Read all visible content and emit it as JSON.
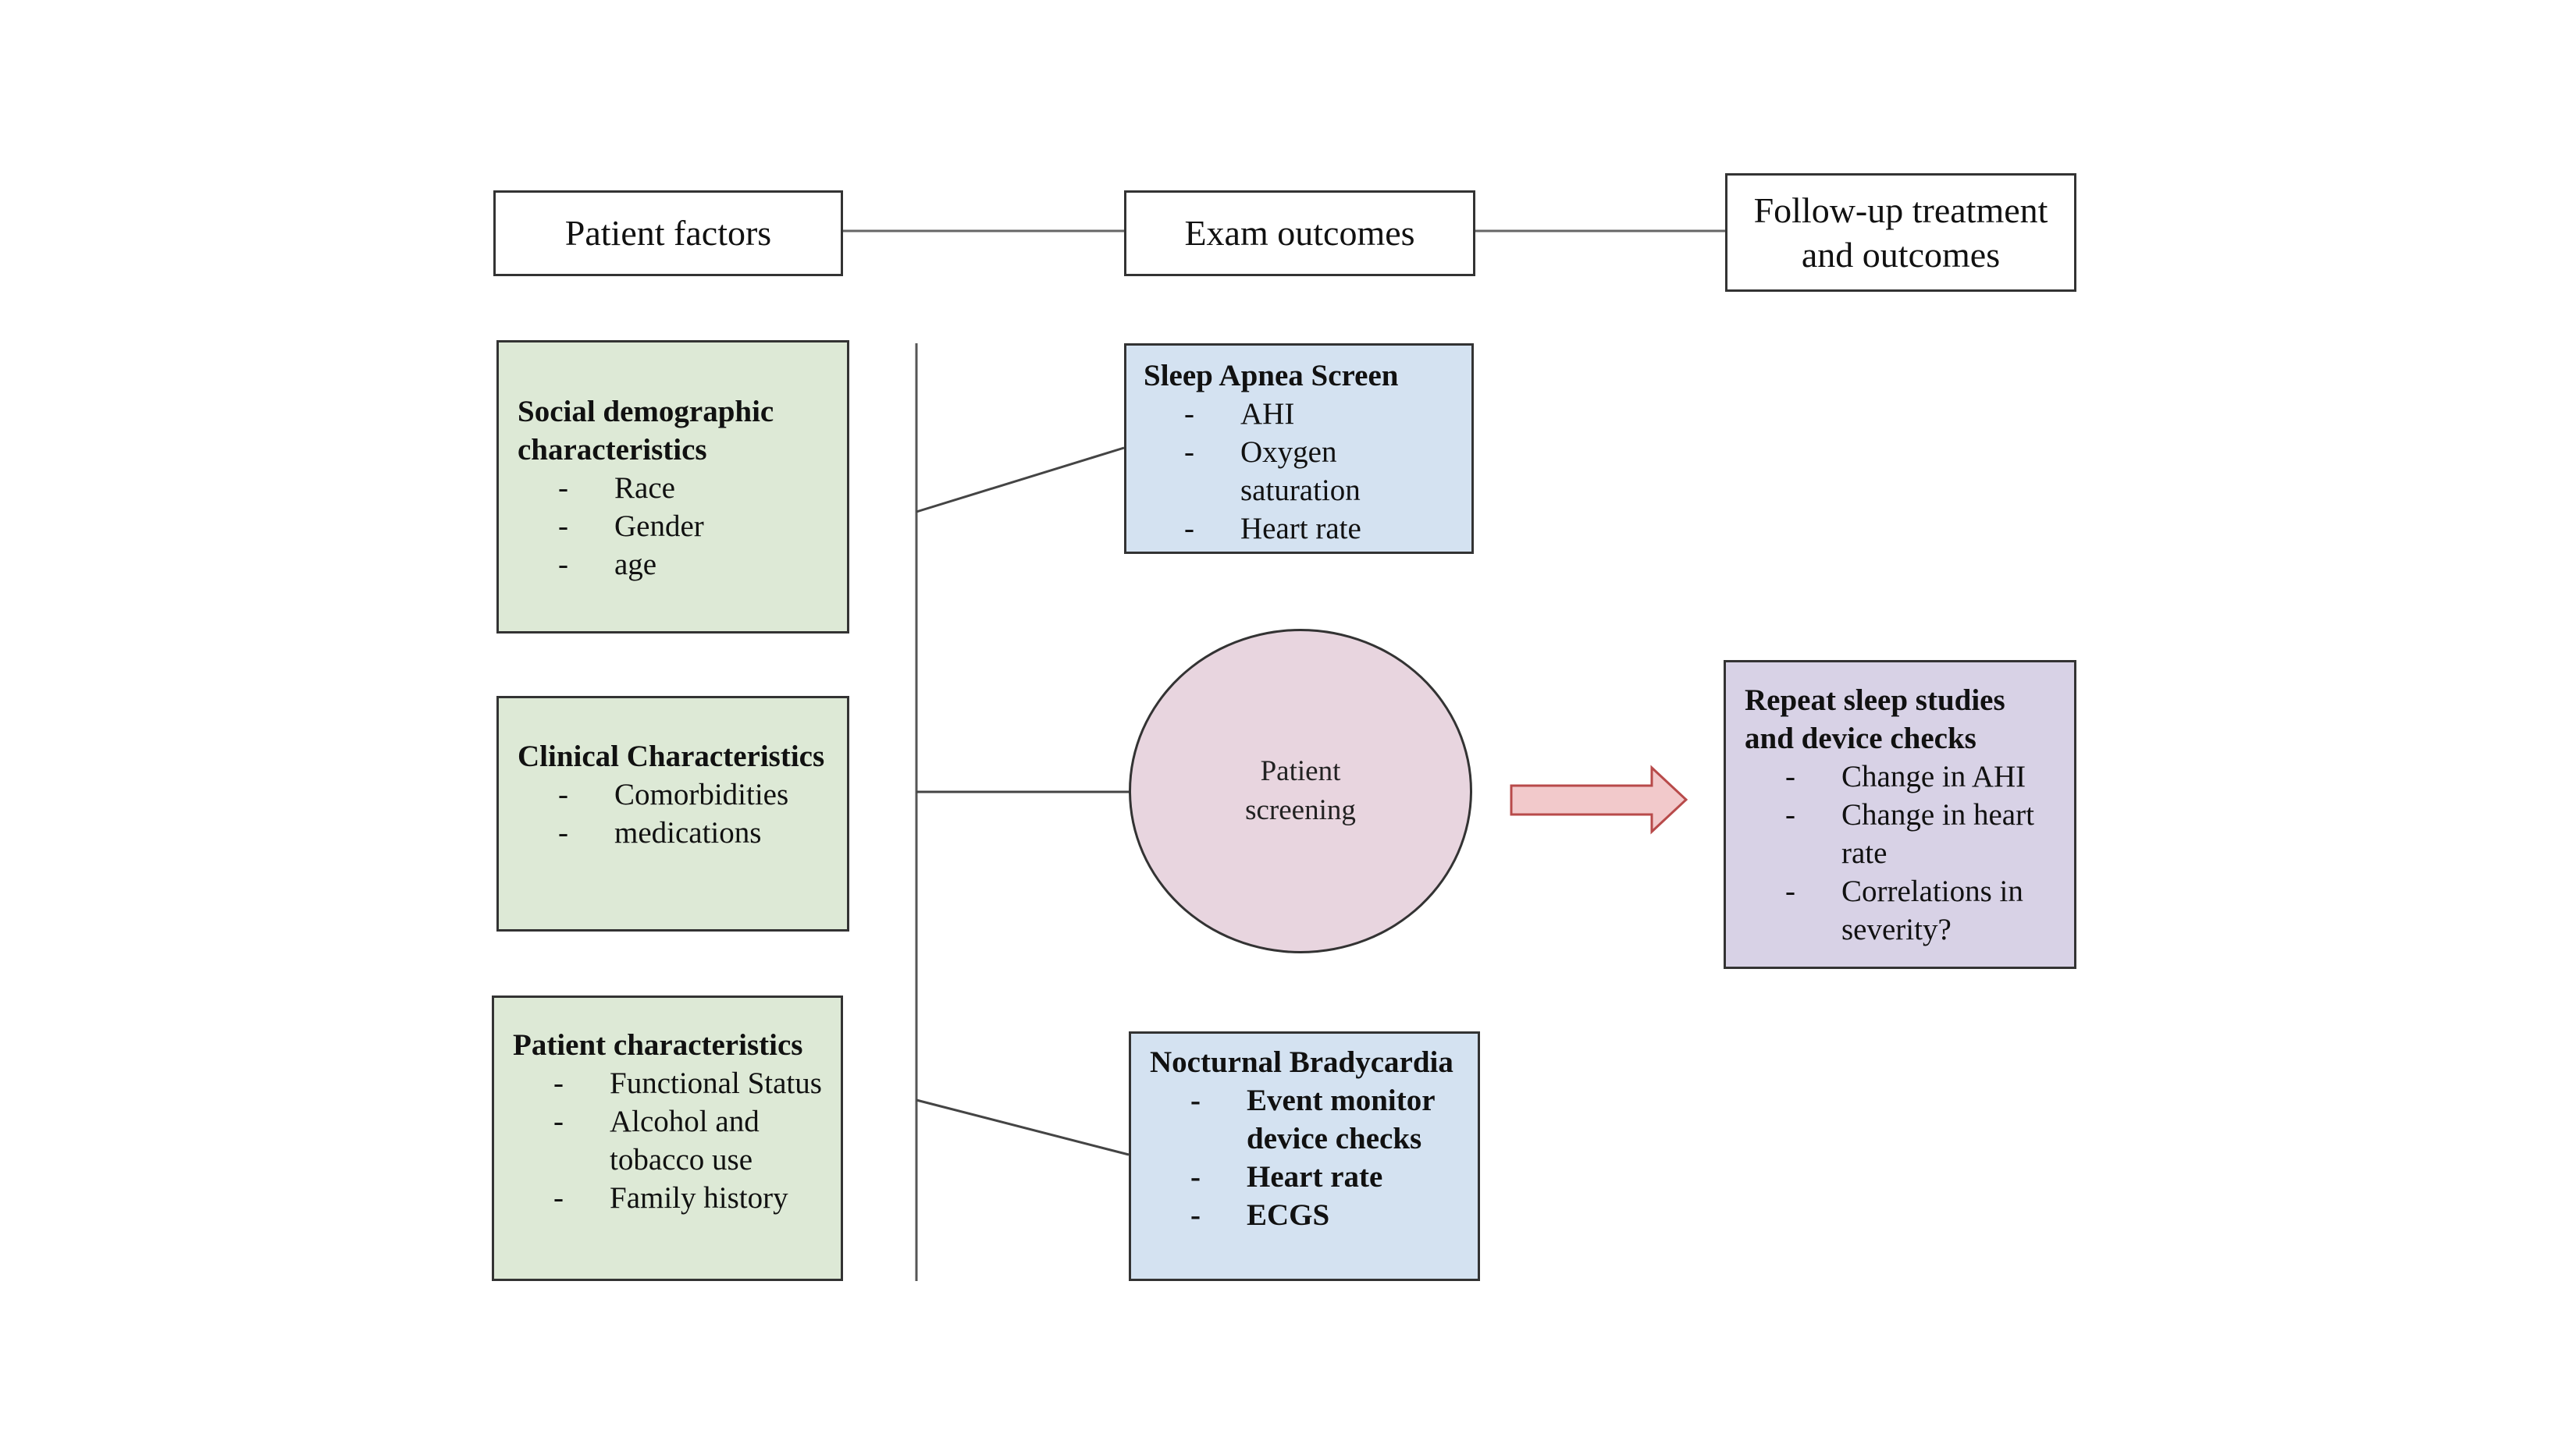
{
  "headers": {
    "patient_factors": "Patient factors",
    "exam_outcomes": "Exam outcomes",
    "follow_up": "Follow-up treatment and outcomes"
  },
  "social": {
    "title": "Social demographic characteristics",
    "items": [
      "Race",
      "Gender",
      "age"
    ]
  },
  "clinical": {
    "title": "Clinical Characteristics",
    "items": [
      "Comorbidities",
      "medications"
    ]
  },
  "patient_chars": {
    "title": "Patient characteristics",
    "items": [
      "Functional Status",
      "Alcohol and tobacco use",
      "Family history"
    ]
  },
  "sleep_apnea": {
    "title": "Sleep Apnea Screen",
    "items": [
      "AHI",
      "Oxygen saturation",
      "Heart rate"
    ]
  },
  "screening": {
    "label": "Patient screening"
  },
  "bradycardia": {
    "title": "Nocturnal Bradycardia",
    "items": [
      "Event monitor device checks",
      "Heart rate",
      "ECGS"
    ]
  },
  "repeat": {
    "title": "Repeat sleep studies and device checks",
    "items": [
      "Change in AHI",
      "Change in heart rate",
      "Correlations in severity?"
    ]
  },
  "colors": {
    "green_box": "#dde9d6",
    "blue_box": "#d4e2f1",
    "purple_box": "#d8d2e6",
    "circle": "#e8d5df",
    "arrow": "#f2c9cb"
  }
}
